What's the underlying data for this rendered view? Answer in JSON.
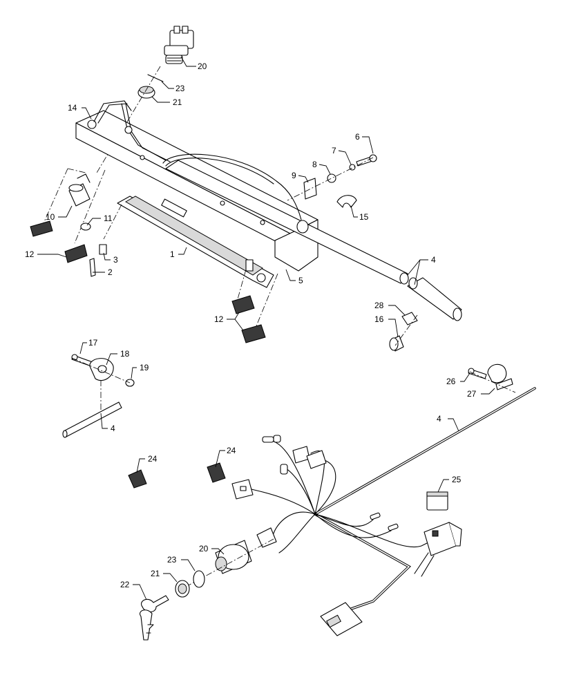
{
  "callouts": [
    {
      "id": "c20-top",
      "label": "20"
    },
    {
      "id": "c23-top",
      "label": "23"
    },
    {
      "id": "c21-top",
      "label": "21"
    },
    {
      "id": "c14",
      "label": "14"
    },
    {
      "id": "c6",
      "label": "6"
    },
    {
      "id": "c7",
      "label": "7"
    },
    {
      "id": "c8",
      "label": "8"
    },
    {
      "id": "c9",
      "label": "9"
    },
    {
      "id": "c15",
      "label": "15"
    },
    {
      "id": "c10",
      "label": "10"
    },
    {
      "id": "c11",
      "label": "11"
    },
    {
      "id": "c12-left",
      "label": "12"
    },
    {
      "id": "c3",
      "label": "3"
    },
    {
      "id": "c2",
      "label": "2"
    },
    {
      "id": "c1",
      "label": "1"
    },
    {
      "id": "c5",
      "label": "5"
    },
    {
      "id": "c4-top",
      "label": "4"
    },
    {
      "id": "c12-mid",
      "label": "12"
    },
    {
      "id": "c28",
      "label": "28"
    },
    {
      "id": "c16",
      "label": "16"
    },
    {
      "id": "c17",
      "label": "17"
    },
    {
      "id": "c18",
      "label": "18"
    },
    {
      "id": "c19",
      "label": "19"
    },
    {
      "id": "c4-left",
      "label": "4"
    },
    {
      "id": "c26",
      "label": "26"
    },
    {
      "id": "c27",
      "label": "27"
    },
    {
      "id": "c4-harness",
      "label": "4"
    },
    {
      "id": "c24-left",
      "label": "24"
    },
    {
      "id": "c24-right",
      "label": "24"
    },
    {
      "id": "c25",
      "label": "25"
    },
    {
      "id": "c20-bottom",
      "label": "20"
    },
    {
      "id": "c23-bottom",
      "label": "23"
    },
    {
      "id": "c21-bottom",
      "label": "21"
    },
    {
      "id": "c22",
      "label": "22"
    }
  ]
}
